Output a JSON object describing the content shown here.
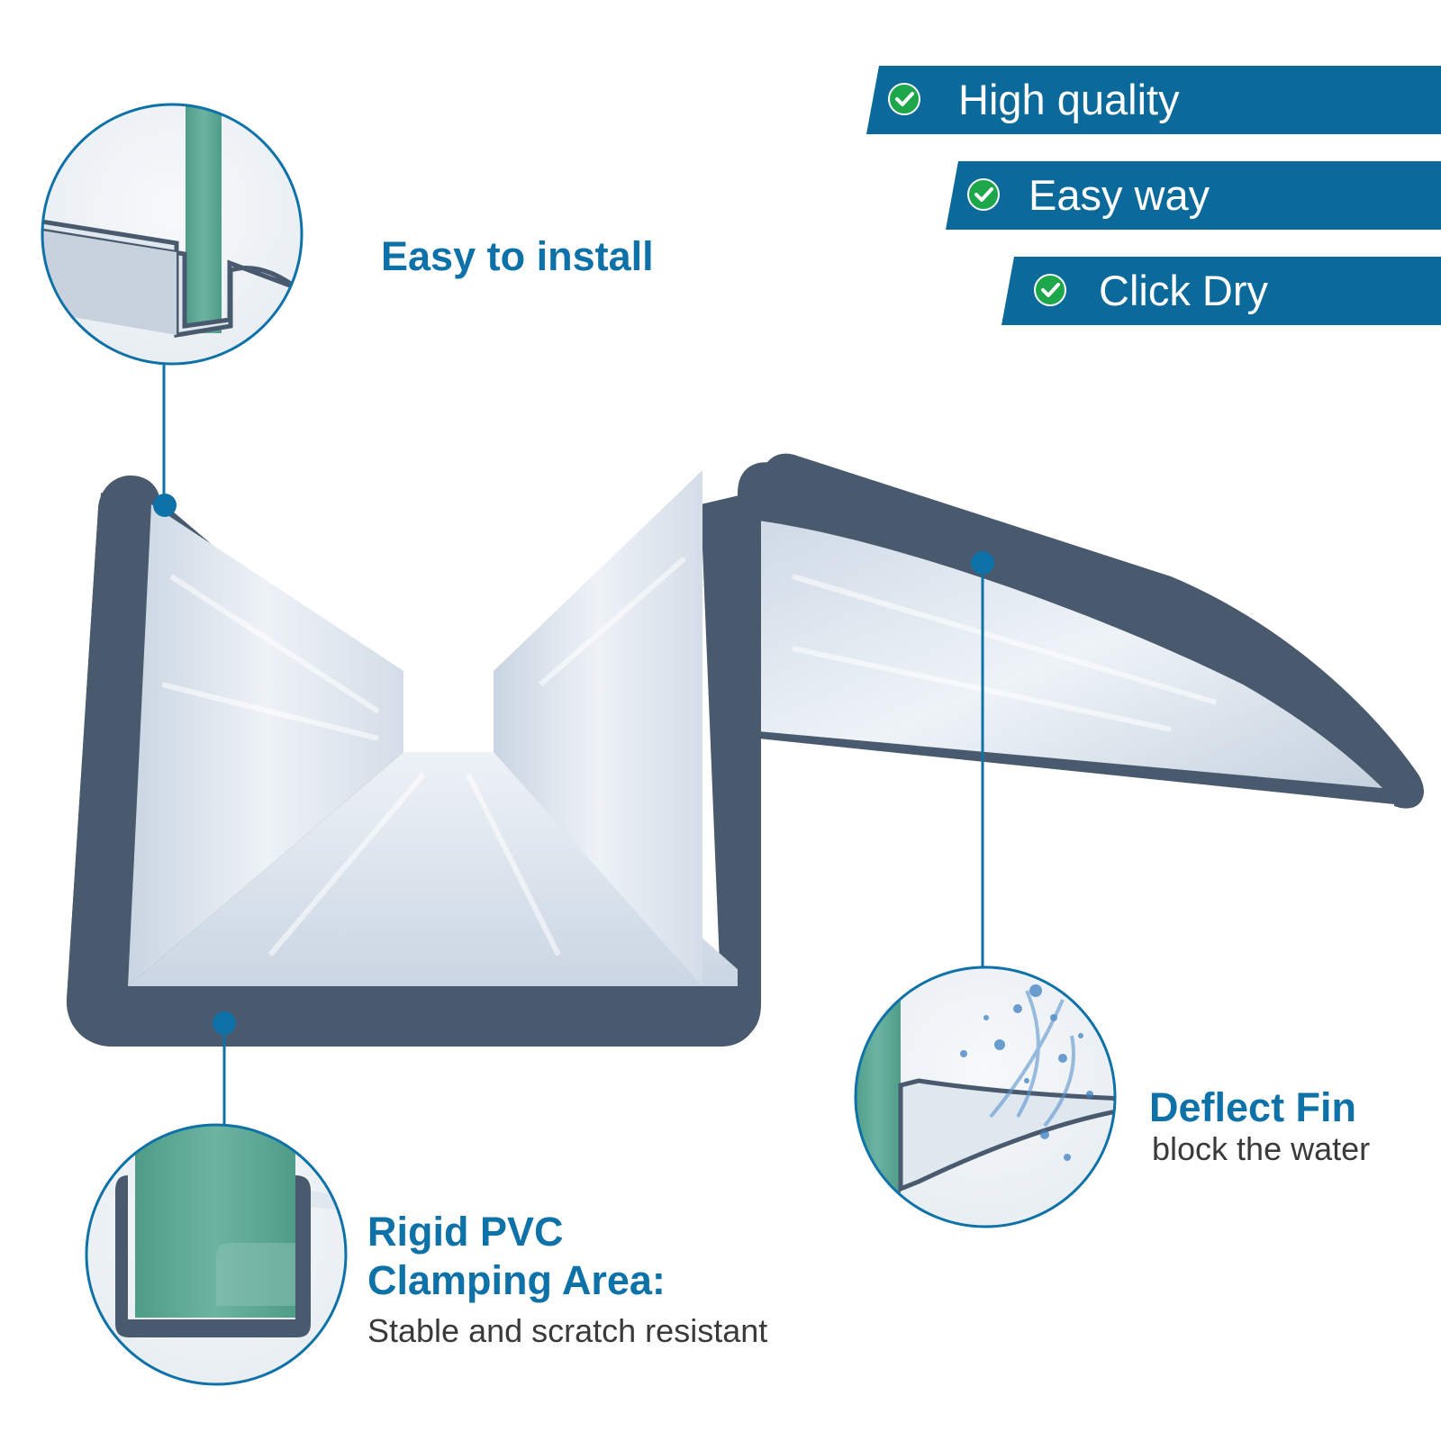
{
  "features": [
    {
      "label": "High quality",
      "icon": "check-circle-icon"
    },
    {
      "label": "Easy way",
      "icon": "check-circle-icon"
    },
    {
      "label": "Click Dry",
      "icon": "check-circle-icon"
    }
  ],
  "callouts": {
    "install": {
      "title": "Easy to install"
    },
    "pvc": {
      "title_line1": "Rigid PVC",
      "title_line2": "Clamping Area:",
      "subtitle": "Stable and scratch resistant"
    },
    "fin": {
      "title": "Deflect Fin",
      "subtitle": "block the water"
    }
  },
  "colors": {
    "banner": "#0b6a9a",
    "accent_text": "#0e72a8",
    "profile_frame": "#4a5a6e",
    "glass": "#5aa593",
    "check": "#1ea64a"
  }
}
